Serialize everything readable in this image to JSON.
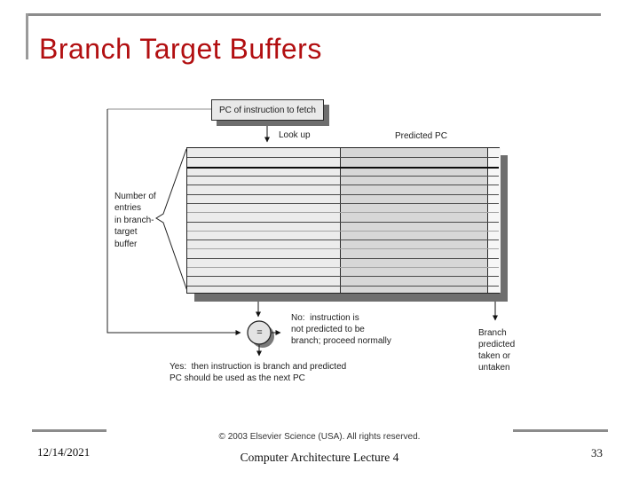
{
  "slide": {
    "title": "Branch Target Buffers",
    "credit": "© 2003 Elsevier Science (USA). All rights reserved.",
    "footer": {
      "date": "12/14/2021",
      "center": "Computer Architecture Lecture 4",
      "page": "33"
    }
  },
  "diagram": {
    "pc_box_label": "PC of instruction to fetch",
    "look_up_label": "Look up",
    "predicted_pc_label": "Predicted PC",
    "entries_label": "Number of\nentries\nin branch-\ntarget\nbuffer",
    "equals_label": "=",
    "no_text": "No:  instruction is\nnot predicted to be\nbranch; proceed normally",
    "yes_text": "Yes:  then instruction is branch and predicted\nPC should be used as the next PC",
    "branch_outcome_text": "Branch\npredicted\ntaken or\nuntaken",
    "table": {
      "row_count": 16,
      "thick_separator_after_row": 2,
      "light_separator_rows": [
        7,
        9,
        11,
        13
      ],
      "columns": [
        "lookup-pc",
        "predicted-pc",
        "tag"
      ]
    },
    "colors": {
      "title": "#b20f11",
      "table_left_column": "#ececec",
      "table_mid_column": "#d7d7d7",
      "table_right_column": "#f6f6f6",
      "shadow": "#6e6e6e",
      "decor_line": "#8c8c8c"
    }
  }
}
